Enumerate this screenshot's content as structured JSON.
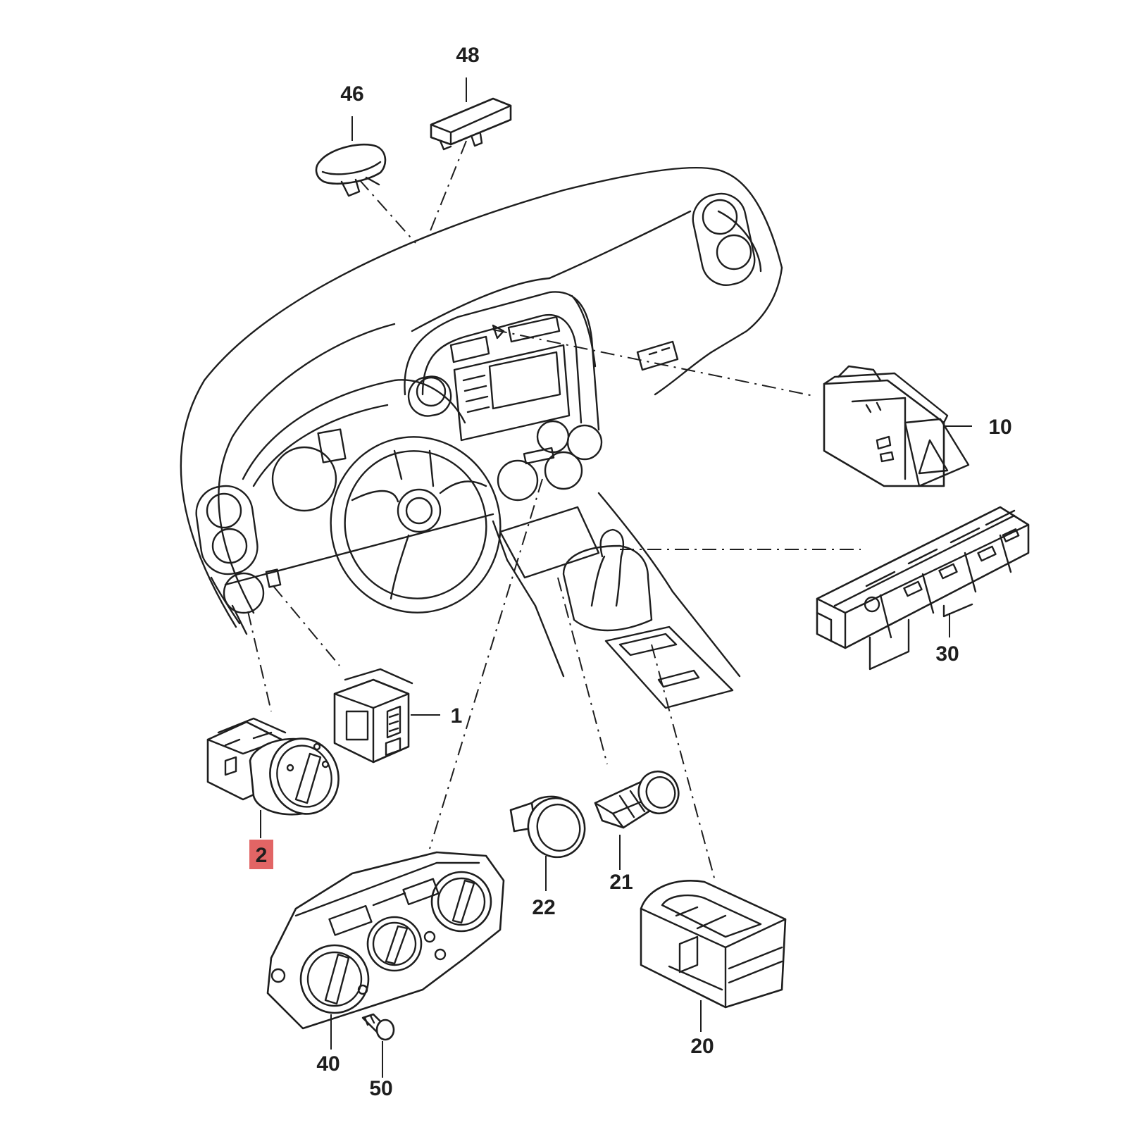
{
  "diagram": {
    "highlight_color": "#e26565",
    "callouts": [
      {
        "id": "c46",
        "label": "46",
        "name": "callout-46"
      },
      {
        "id": "c48",
        "label": "48",
        "name": "callout-48"
      },
      {
        "id": "c10",
        "label": "10",
        "name": "callout-10"
      },
      {
        "id": "c30",
        "label": "30",
        "name": "callout-30"
      },
      {
        "id": "c1",
        "label": "1",
        "name": "callout-1"
      },
      {
        "id": "c2",
        "label": "2",
        "name": "callout-2",
        "highlighted": true
      },
      {
        "id": "c21",
        "label": "21",
        "name": "callout-21"
      },
      {
        "id": "c22",
        "label": "22",
        "name": "callout-22"
      },
      {
        "id": "c20",
        "label": "20",
        "name": "callout-20"
      },
      {
        "id": "c40",
        "label": "40",
        "name": "callout-40"
      },
      {
        "id": "c50",
        "label": "50",
        "name": "callout-50"
      }
    ]
  }
}
